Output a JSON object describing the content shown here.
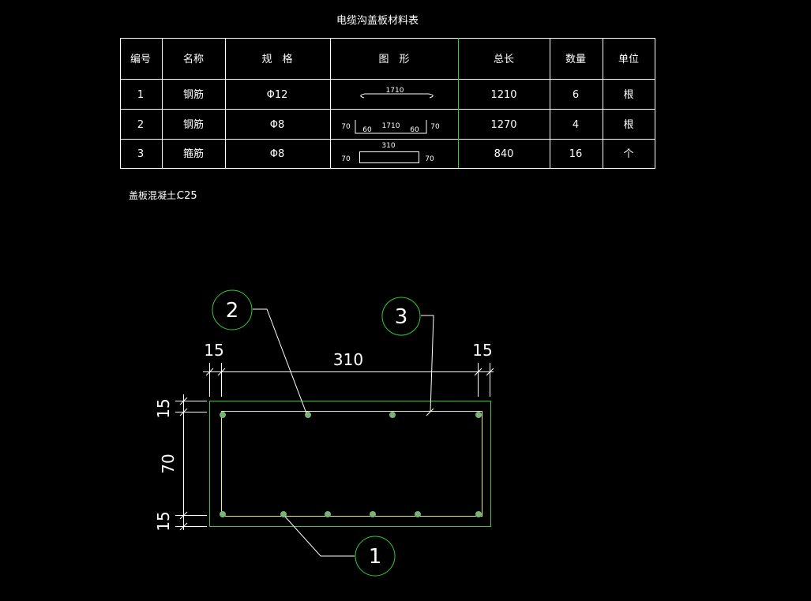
{
  "title": "电缆沟盖板材料表",
  "headers": [
    "编号",
    "名称",
    "规　格",
    "图　形",
    "总长",
    "数量",
    "单位"
  ],
  "rows": [
    {
      "no": "1",
      "name": "钢筋",
      "spec": "Φ12",
      "shape": {
        "dims": [
          "1710"
        ]
      },
      "length": "1210",
      "qty": "6",
      "unit": "根"
    },
    {
      "no": "2",
      "name": "钢筋",
      "spec": "Φ8",
      "shape": {
        "dims": [
          "70",
          "60",
          "1710",
          "60",
          "70"
        ]
      },
      "length": "1270",
      "qty": "4",
      "unit": "根"
    },
    {
      "no": "3",
      "name": "箍筋",
      "spec": "Φ8",
      "shape": {
        "dims": [
          "310",
          "70",
          "70"
        ]
      },
      "length": "840",
      "qty": "16",
      "unit": "个"
    }
  ],
  "note": {
    "label": "盖板混凝土:",
    "value": "C25"
  },
  "section": {
    "dimensions": {
      "top_left": "15",
      "top_mid": "310",
      "top_right": "15",
      "left_top": "15",
      "left_mid": "70",
      "left_bottom": "15"
    },
    "callouts": [
      "1",
      "2",
      "3"
    ]
  },
  "colors": {
    "background": "#000000",
    "lines": "#ffffff",
    "accent": "#33cc33",
    "rebar": "#7ab37a",
    "stirrup": "#e8e89a"
  }
}
